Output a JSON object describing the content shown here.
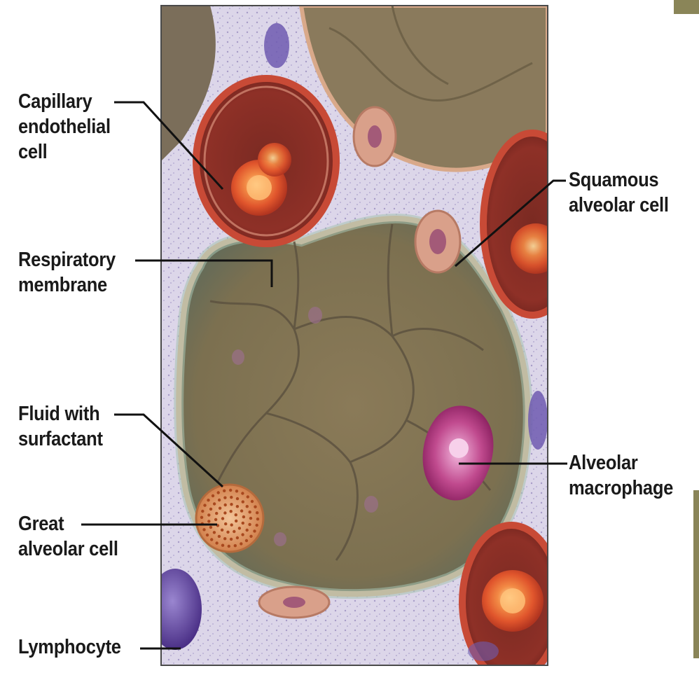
{
  "diagram": {
    "colors": {
      "background": "#ffffff",
      "tissue_interstitium": "#ddd6e8",
      "capillary_wall": "#b8392a",
      "red_blood_cell": "#f07a3c",
      "alveolar_cells": "#8c7a55",
      "alveolar_fluid": "#7e9e8e",
      "macrophage": "#b0307a",
      "lymphocyte": "#5b3e9a",
      "great_alveolar_cell": "#e4a470",
      "corner_accent": "#8a8558",
      "leader_line": "#111111"
    },
    "labels": {
      "capillary_endothelial_cell": [
        "Capillary",
        "endothelial",
        "cell"
      ],
      "respiratory_membrane": [
        "Respiratory",
        "membrane"
      ],
      "fluid_with_surfactant": [
        "Fluid with",
        "surfactant"
      ],
      "great_alveolar_cell": [
        "Great",
        "alveolar cell"
      ],
      "lymphocyte": [
        "Lymphocyte"
      ],
      "squamous_alveolar_cell": [
        "Squamous",
        "alveolar cell"
      ],
      "alveolar_macrophage": [
        "Alveolar",
        "macrophage"
      ]
    }
  }
}
